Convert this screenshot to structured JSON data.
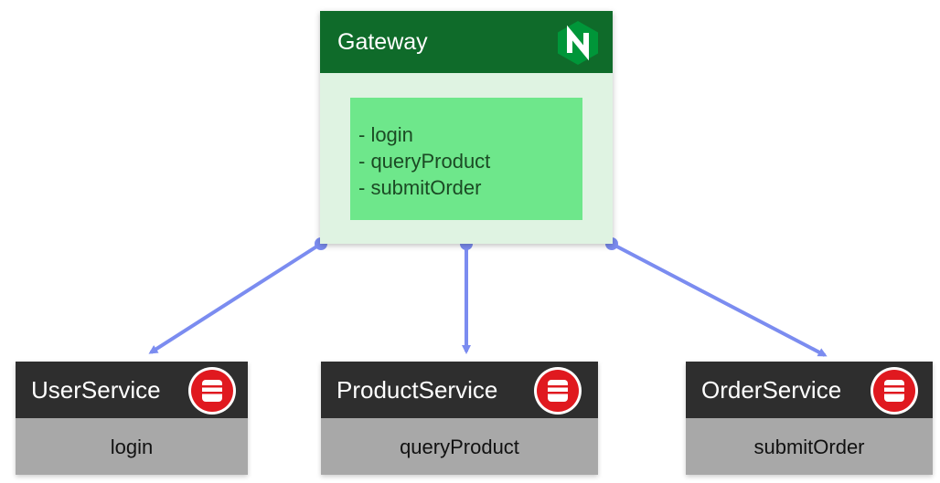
{
  "gateway": {
    "title": "Gateway",
    "logo_icon": "nginx-icon",
    "routes": [
      "- login",
      "- queryProduct",
      "- submitOrder"
    ]
  },
  "services": [
    {
      "name": "UserService",
      "operation": "login",
      "icon": "database-icon"
    },
    {
      "name": "ProductService",
      "operation": "queryProduct",
      "icon": "database-icon"
    },
    {
      "name": "OrderService",
      "operation": "submitOrder",
      "icon": "database-icon"
    }
  ],
  "colors": {
    "gateway_header": "#0f6b2a",
    "gateway_body": "#dff3e2",
    "routes_box": "#6ee78b",
    "service_header": "#2e2e2e",
    "service_body": "#a8a8a8",
    "connector": "#7b8cf0",
    "database": "#e0191f"
  }
}
